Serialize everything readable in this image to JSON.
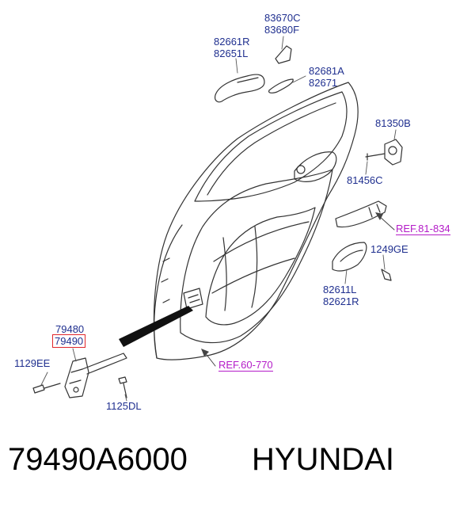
{
  "labels": {
    "l83670c": "83670C",
    "l83680f": "83680F",
    "l82661r": "82661R",
    "l82651l": "82651L",
    "l82681a": "82681A",
    "l82671": "82671",
    "l81350b": "81350B",
    "l81456c": "81456C",
    "l1249ge": "1249GE",
    "l82611l": "82611L",
    "l82621r": "82621R",
    "l79480": "79480",
    "l79490": "79490",
    "l1129ee": "1129EE",
    "l1125dl": "1125DL"
  },
  "refs": {
    "ref81": "REF.81-834",
    "ref60": "REF.60-770"
  },
  "footer": {
    "part_number": "79490A6000",
    "brand": "HYUNDAI"
  },
  "colors": {
    "label": "#1f2f8f",
    "reference": "#b41cc8",
    "highlight": "#e0262b"
  }
}
